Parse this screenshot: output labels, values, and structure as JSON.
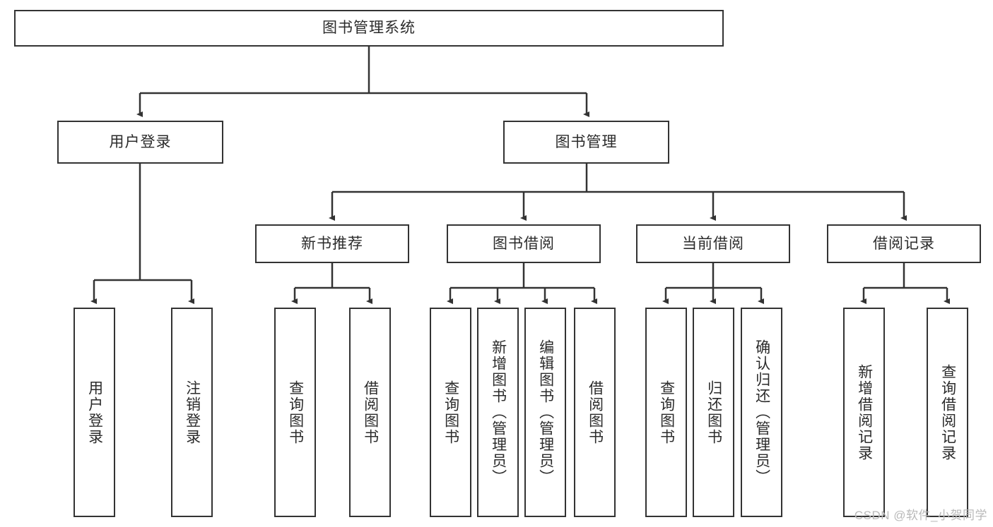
{
  "diagram": {
    "type": "tree-hierarchy",
    "title_node": {
      "label": "图书管理系统"
    },
    "level2": [
      {
        "id": "user-login",
        "label": "用户登录"
      },
      {
        "id": "book-management",
        "label": "图书管理"
      }
    ],
    "level3": [
      {
        "id": "new-book-recommend",
        "label": "新书推荐",
        "parent": "book-management"
      },
      {
        "id": "book-borrow",
        "label": "图书借阅",
        "parent": "book-management"
      },
      {
        "id": "current-borrow",
        "label": "当前借阅",
        "parent": "book-management"
      },
      {
        "id": "borrow-record",
        "label": "借阅记录",
        "parent": "book-management"
      }
    ],
    "leaves": {
      "user-login": [
        {
          "id": "leaf-user-login",
          "label": "用户登录"
        },
        {
          "id": "leaf-user-logout",
          "label": "注销登录"
        }
      ],
      "new-book-recommend": [
        {
          "id": "leaf-query-book-1",
          "label": "查询图书"
        },
        {
          "id": "leaf-borrow-book-1",
          "label": "借阅图书"
        }
      ],
      "book-borrow": [
        {
          "id": "leaf-query-book-2",
          "label": "查询图书"
        },
        {
          "id": "leaf-add-book",
          "label": "新增图书（管理员）"
        },
        {
          "id": "leaf-edit-book",
          "label": "编辑图书（管理员）"
        },
        {
          "id": "leaf-borrow-book-2",
          "label": "借阅图书"
        }
      ],
      "current-borrow": [
        {
          "id": "leaf-query-book-3",
          "label": "查询图书"
        },
        {
          "id": "leaf-return-book",
          "label": "归还图书"
        },
        {
          "id": "leaf-confirm-return",
          "label": "确认归还（管理员）"
        }
      ],
      "borrow-record": [
        {
          "id": "leaf-add-borrow-record",
          "label": "新增借阅记录"
        },
        {
          "id": "leaf-query-borrow-record",
          "label": "查询借阅记录"
        }
      ]
    }
  },
  "watermark": {
    "text": "CSDN @软件_小贺同学"
  },
  "colors": {
    "border": "#333333",
    "text": "#2b2b2b",
    "background": "#ffffff",
    "watermark": "#b9b9b9"
  }
}
